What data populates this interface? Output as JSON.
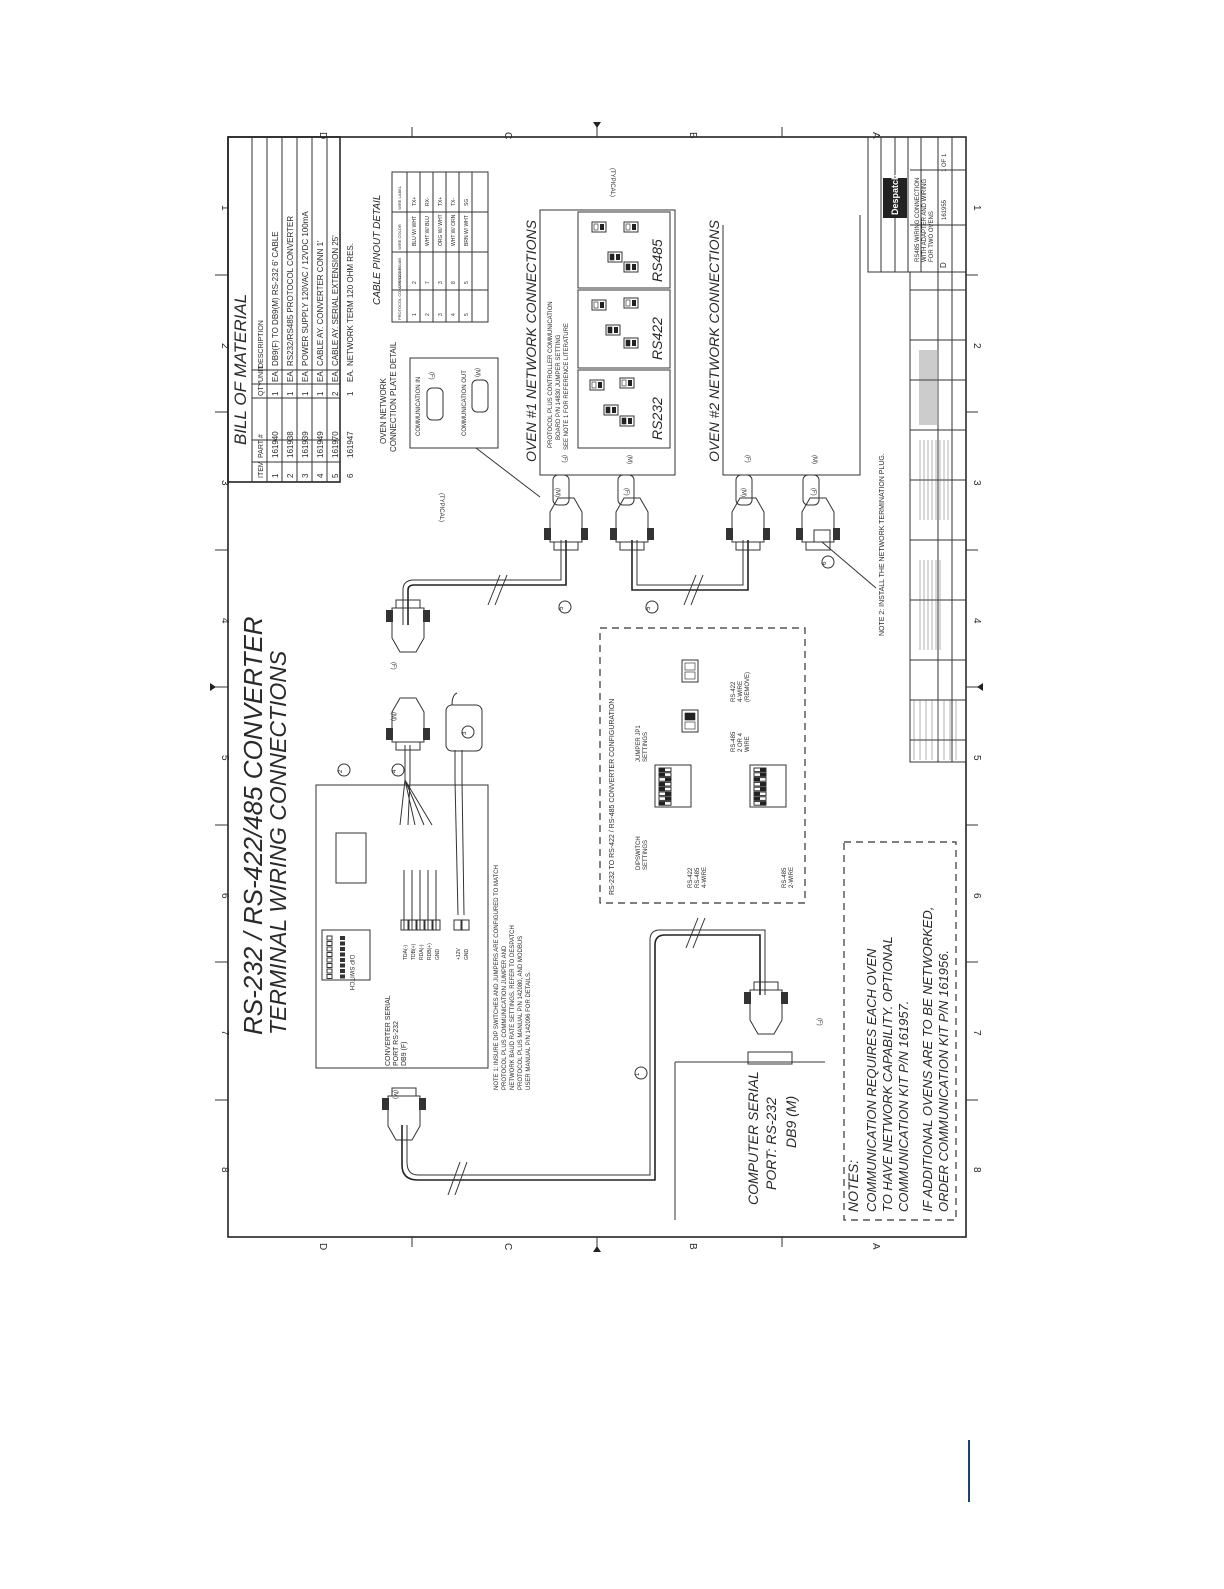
{
  "borders": {
    "cols": [
      "D",
      "C",
      "B",
      "A"
    ],
    "rows": [
      "1",
      "2",
      "3",
      "4",
      "5",
      "6",
      "7",
      "8"
    ]
  },
  "title": {
    "line1": "RS-232 / RS-422/485 CONVERTER",
    "line2": "TERMINAL WIRING CONNECTIONS"
  },
  "bom": {
    "heading": "BILL OF MATERIAL",
    "columns": [
      "ITEM",
      "PART #",
      "QTY",
      "UNIT",
      "DESCRIPTION"
    ],
    "rows": [
      {
        "item": "1",
        "part": "161940",
        "qty": "1",
        "unit": "EA.",
        "desc": "DB9(F) TO DB9(M) RS-232 6' CABLE"
      },
      {
        "item": "2",
        "part": "161938",
        "qty": "1",
        "unit": "EA.",
        "desc": "RS232/RS485 PROTOCOL CONVERTER"
      },
      {
        "item": "3",
        "part": "161939",
        "qty": "1",
        "unit": "EA.",
        "desc": "POWER SUPPLY 120VAC / 12VDC 100mA"
      },
      {
        "item": "4",
        "part": "161949",
        "qty": "1",
        "unit": "EA.",
        "desc": "CABLE AY. CONVERTER CONN 1'"
      },
      {
        "item": "5",
        "part": "161970",
        "qty": "2",
        "unit": "EA.",
        "desc": "CABLE AY. SERIAL EXTENSION 25'"
      },
      {
        "item": "6",
        "part": "161947",
        "qty": "1",
        "unit": "EA.",
        "desc": "NETWORK TERM 120 OHM RES."
      }
    ]
  },
  "oven1": {
    "heading": "OVEN #1 NETWORK CONNECTIONS",
    "note": [
      "PROTOCOL PLUS CONTROLLER COMMUNICATION",
      "BOARD P/N 14830 JUMPER SETTING",
      "SEE NOTE 1 FOR REFERENCE LITERATURE"
    ],
    "modes": [
      "RS232",
      "RS422",
      "RS485"
    ],
    "typical": "(TYPICAL)",
    "port_f": "(F)",
    "port_m": "(M)"
  },
  "oven2": {
    "heading": "OVEN #2 NETWORK CONNECTIONS",
    "port_f": "(F)",
    "port_m": "(M)"
  },
  "plate_detail": {
    "heading": [
      "OVEN NETWORK",
      "CONNECTION PLATE DETAIL"
    ],
    "in_label": "COMMUNICATION IN",
    "out_label": "COMMUNICATION OUT",
    "f": "(F)",
    "m": "(M)",
    "typical": "(TYPICAL)"
  },
  "pinout": {
    "heading": "CABLE PINOUT DETAIL",
    "columns": [
      "PROTOCOL CONV. RS422 RS485",
      "DB9 CONN.",
      "WIRE COLOR",
      "WIRE LABEL"
    ],
    "rows": [
      [
        "1",
        "2",
        "BLU W/ WHT",
        "TX+"
      ],
      [
        "2",
        "7",
        "WHT W/ BLU",
        "RX-"
      ],
      [
        "3",
        "3",
        "ORG W/ WHT",
        "TX+"
      ],
      [
        "4",
        "8",
        "WHT W/ ORN",
        "TX-"
      ],
      [
        "5",
        "5",
        "BRN W/ WHT",
        "SG"
      ]
    ]
  },
  "converter": {
    "port_label": [
      "CONVERTER SERIAL",
      "PORT RS-232",
      "DB9 (F)"
    ],
    "dip_label": "DIP SWITCH",
    "terminals": [
      "TDA(-)",
      "TDB(+)",
      "RDA(-)",
      "RDB(+)",
      "GND"
    ],
    "power_terms": [
      "+12V",
      "GND"
    ],
    "note1": [
      "NOTE 1: INSURE DIP SWITCHES AND JUMPERS ARE CONFIGURED TO MATCH",
      "PROTOCOL PLUS COMMUNICATION JUMPER AND",
      "NETWORK BAUD RATE SETTINGS. REFER TO DESPATCH",
      "PROTOCOL PLUS MANUAL P/N 142080, AND MODBUS",
      "USER MANUAL P/N 142096 FOR DETAILS."
    ]
  },
  "config": {
    "heading": "RS-232 TO RS-422 / RS-485 CONVERTER CONFIGURATION",
    "dip_heading": [
      "DIPSWITCH",
      "SETTINGS"
    ],
    "jumper_heading": [
      "JUMPER JP1",
      "SETTINGS"
    ],
    "modes": [
      {
        "label": [
          "RS-422",
          "RS-485",
          "4-WIRE"
        ]
      },
      {
        "label": [
          "RS-485",
          "2-WIRE"
        ]
      }
    ],
    "jumpers": [
      {
        "label": [
          "RS-485",
          "2 OR 4",
          "WIRE"
        ]
      },
      {
        "label": [
          "RS-422",
          "4-WIRE",
          "(REMOVE)"
        ]
      }
    ]
  },
  "note2": "NOTE 2: INSTALL THE NETWORK TERMINATION PLUG.",
  "computer_port": [
    "COMPUTER SERIAL",
    "PORT: RS-232",
    "DB9 (M)"
  ],
  "connectors": {
    "f": "(F)",
    "m": "(M)"
  },
  "callouts": [
    "1",
    "2",
    "3",
    "4",
    "5",
    "5",
    "6"
  ],
  "notes": {
    "heading": "NOTES:",
    "lines": [
      "COMMUNICATION REQUIRES EACH OVEN",
      "TO HAVE NETWORK CAPABILITY.  OPTIONAL",
      "COMMUNICATION KIT P/N 161957.",
      "",
      "IF ADDITIONAL OVENS ARE TO BE NETWORKED,",
      "ORDER COMMUNICATION KIT P/N 161956."
    ]
  },
  "title_block": {
    "company": "Despatch",
    "drawing_title": [
      "RS485 WIRING CONNECTION",
      "WITH ADAPTER AND WIRING",
      "FOR TWO OVENS"
    ],
    "size": "D",
    "part_no": "161955",
    "sheet": "1 OF 1"
  }
}
